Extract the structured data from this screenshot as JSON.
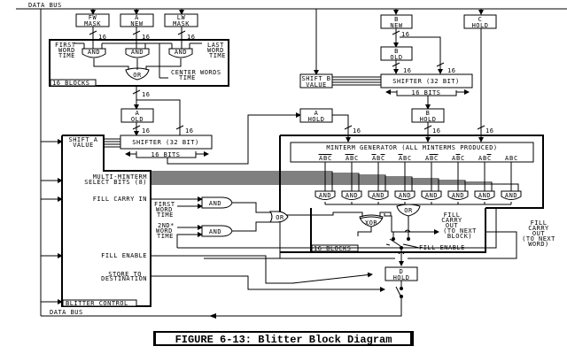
{
  "diagram": {
    "caption": "FIGURE 6-13: Blitter Block Diagram",
    "data_bus_top": "DATA BUS",
    "data_bus_bottom": "DATA BUS",
    "bus_width": "16",
    "registers": {
      "fw_mask": [
        "FW",
        "MASK"
      ],
      "a_new": [
        "A",
        "NEW"
      ],
      "lw_mask": [
        "LW",
        "MASK"
      ],
      "b_new": [
        "B",
        "NEW"
      ],
      "c_hold": [
        "C",
        "HOLD"
      ],
      "b_old": [
        "B",
        "OLD"
      ],
      "a_old": [
        "A",
        "OLD"
      ],
      "a_hold": [
        "A",
        "HOLD"
      ],
      "b_hold": [
        "B",
        "HOLD"
      ],
      "d_hold": [
        "D",
        "HOLD"
      ],
      "shift_b_value": [
        "SHIFT B",
        "VALUE"
      ]
    },
    "mask_block": {
      "first_word_time": [
        "FIRST",
        "WORD",
        "TIME"
      ],
      "last_word_time": [
        "LAST",
        "WORD",
        "TIME"
      ],
      "center_words_time": [
        "CENTER WORDS",
        "TIME"
      ],
      "blocks_label": "16 BLOCKS",
      "and_label": "AND",
      "or_label": "OR"
    },
    "shifter_a": {
      "label": "SHIFTER (32 BIT)",
      "bits": "16 BITS"
    },
    "shifter_b": {
      "label": "SHIFTER (32 BIT)",
      "bits": "16 BITS"
    },
    "minterm": {
      "title": "MINTERM GENERATOR (ALL MINTERMS PRODUCED)",
      "terms": [
        {
          "a": "A",
          "b": "B",
          "c": "C",
          "na": true,
          "nb": true,
          "nc": true
        },
        {
          "a": "A",
          "b": "B",
          "c": "C",
          "na": true,
          "nb": true,
          "nc": false
        },
        {
          "a": "A",
          "b": "B",
          "c": "C",
          "na": true,
          "nb": false,
          "nc": true
        },
        {
          "a": "A",
          "b": "B",
          "c": "C",
          "na": true,
          "nb": false,
          "nc": false
        },
        {
          "a": "A",
          "b": "B",
          "c": "C",
          "na": false,
          "nb": true,
          "nc": true
        },
        {
          "a": "A",
          "b": "B",
          "c": "C",
          "na": false,
          "nb": true,
          "nc": false
        },
        {
          "a": "A",
          "b": "B",
          "c": "C",
          "na": false,
          "nb": false,
          "nc": true
        },
        {
          "a": "A",
          "b": "B",
          "c": "C",
          "na": false,
          "nb": false,
          "nc": false
        }
      ],
      "and_label": "AND",
      "or_label": "OR",
      "xor_label": "XOR",
      "blocks_label": "16 BLOCKS",
      "fill_enable": "FILL ENABLE",
      "fill_carry_out_block": [
        "FILL",
        "CARRY",
        "OUT",
        "(TO NEXT",
        "BLOCK)"
      ],
      "fill_carry_out_word": [
        "FILL",
        "CARRY",
        "OUT",
        "(TO NEXT",
        "WORD)"
      ]
    },
    "fill_logic": {
      "first_word_time": [
        "FIRST",
        "WORD",
        "TIME"
      ],
      "second_word_time": [
        "2ND*",
        "WORD",
        "TIME"
      ],
      "and_label": "AND",
      "or_label": "OR"
    },
    "control": {
      "title": "BLITTER CONTROL",
      "shift_a_value": [
        "SHIFT A",
        "VALUE"
      ],
      "multi_minterm": [
        "MULTI-MINTERM",
        "SELECT BITS (8)"
      ],
      "fill_carry_in": "FILL CARRY IN",
      "fill_enable": "FILL ENABLE",
      "store_to_destination": [
        "STORE TO",
        "DESTINATION"
      ]
    }
  }
}
